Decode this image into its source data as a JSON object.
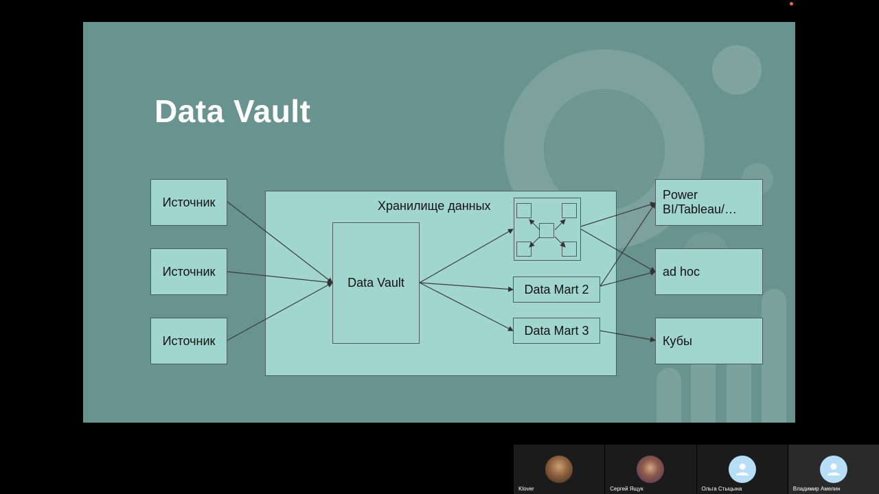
{
  "slide": {
    "title": "Data Vault",
    "warehouse_label": "Хранилище данных",
    "sources": [
      "Источник",
      "Источник",
      "Источник"
    ],
    "core_label": "Data Vault",
    "marts": [
      "Data Mart 2",
      "Data Mart 3"
    ],
    "consumers": [
      "Power BI/Tableau/…",
      "ad hoc",
      "Кубы"
    ]
  },
  "participants": [
    {
      "name": "Klover",
      "avatar": "photo"
    },
    {
      "name": "Сергей Ящук",
      "avatar": "photo"
    },
    {
      "name": "Ольга Стыцына",
      "avatar": "person-icon"
    },
    {
      "name": "Владимир Амелин",
      "avatar": "person-icon"
    }
  ],
  "colors": {
    "slide_bg": "#68938e",
    "box_fill": "#a1d6d0",
    "box_border": "#4f5a59",
    "title": "#ffffff",
    "avatar_placeholder": "#b6def6"
  }
}
